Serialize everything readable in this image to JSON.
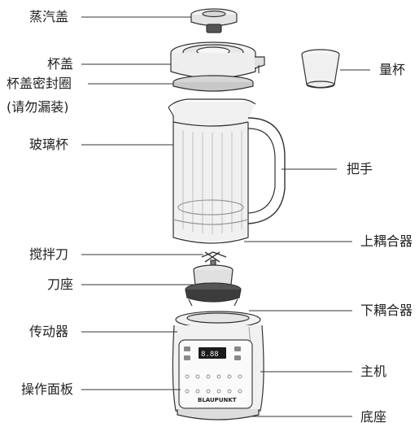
{
  "labels": {
    "steam_lid": "蒸汽盖",
    "cup_lid": "杯盖",
    "lid_seal": "杯盖密封圈",
    "lid_seal_note": "(请勿漏装)",
    "glass_jar": "玻璃杯",
    "mixing_blade": "搅拌刀",
    "blade_seat": "刀座",
    "transmission": "传动器",
    "control_panel": "操作面板",
    "measuring_cup": "量杯",
    "handle": "把手",
    "upper_coupler": "上耦合器",
    "lower_coupler": "下耦合器",
    "main_unit": "主机",
    "base": "底座"
  },
  "panel": {
    "brand": "BLAUPUNKT"
  },
  "colors": {
    "line": "#333333",
    "glass": "#e9e9e9",
    "body": "#f1f1f1",
    "accent": "#1a1a1a"
  }
}
